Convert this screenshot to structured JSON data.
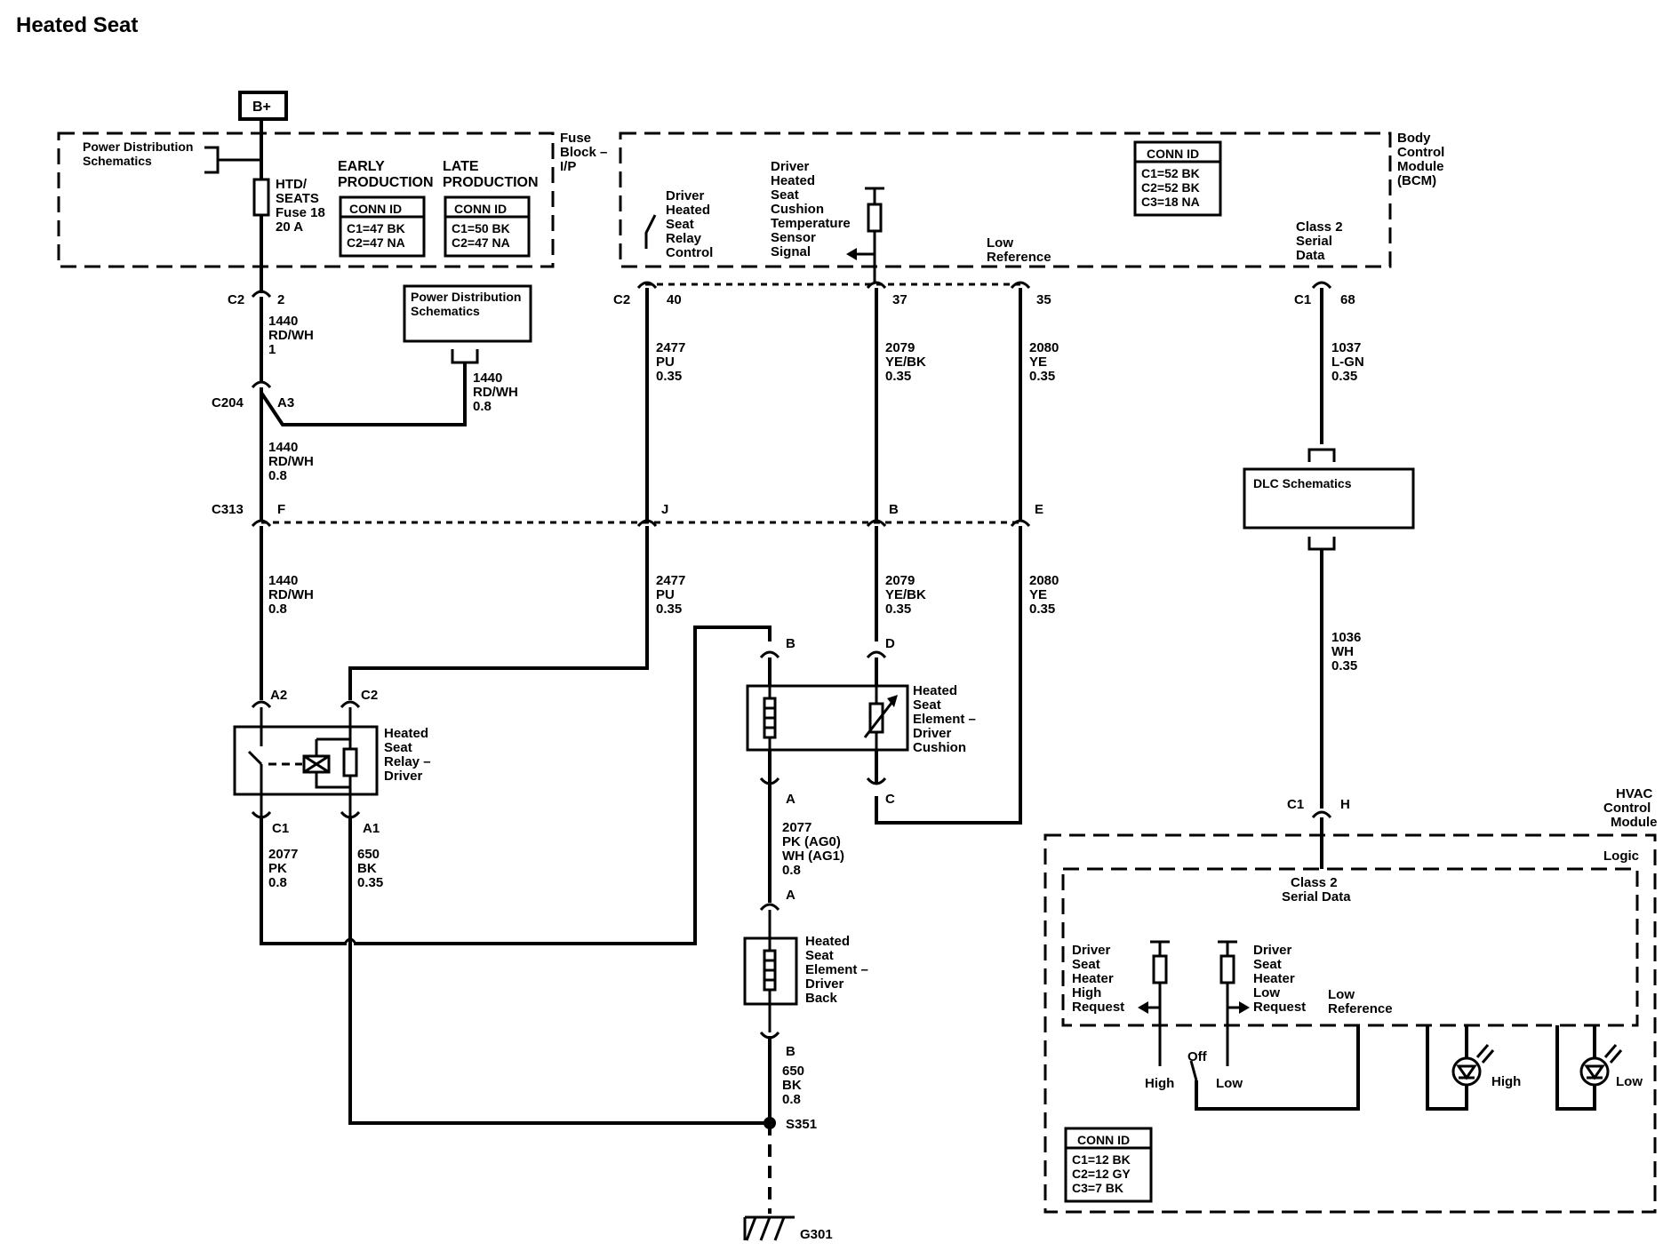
{
  "title": "Heated Seat",
  "bplus": "B+",
  "fuse_block": {
    "name": [
      "Fuse",
      "Block –",
      "I/P"
    ],
    "power_dist": [
      "Power Distribution",
      "Schematics"
    ],
    "fuse": [
      "HTD/",
      "SEATS",
      "Fuse 18",
      "20 A"
    ],
    "early": {
      "heading": [
        "EARLY",
        "PRODUCTION"
      ],
      "conn_title": "CONN ID",
      "lines": [
        "C1=47 BK",
        "C2=47 NA"
      ]
    },
    "late": {
      "heading": [
        "LATE",
        "PRODUCTION"
      ],
      "conn_title": "CONN ID",
      "lines": [
        "C1=50 BK",
        "C2=47 NA"
      ]
    }
  },
  "bcm": {
    "name": [
      "Body",
      "Control",
      "Module",
      "(BCM)"
    ],
    "conn_title": "CONN ID",
    "conn_lines": [
      "C1=52 BK",
      "C2=52 BK",
      "C3=18 NA"
    ],
    "relay_control": [
      "Driver",
      "Heated",
      "Seat",
      "Relay",
      "Control"
    ],
    "temp_signal": [
      "Driver",
      "Heated",
      "Seat",
      "Cushion",
      "Temperature",
      "Sensor",
      "Signal"
    ],
    "low_ref": [
      "Low",
      "Reference"
    ],
    "class2": [
      "Class 2",
      "Serial",
      "Data"
    ]
  },
  "power_dist_box": [
    "Power Distribution",
    "Schematics"
  ],
  "dlc_box": "DLC Schematics",
  "connectors": {
    "c2_left": "C2",
    "c2_left_pin": "2",
    "c2_bcm": "C2",
    "pin_40": "40",
    "pin_37": "37",
    "pin_35": "35",
    "c1_bcm": "C1",
    "pin_68": "68",
    "c204": "C204",
    "pin_a3": "A3",
    "c313": "C313",
    "pin_f": "F",
    "pin_j": "J",
    "pin_b": "B",
    "pin_e": "E",
    "relay_a2": "A2",
    "relay_c2": "C2",
    "relay_c1": "C1",
    "relay_a1": "A1",
    "cush_b": "B",
    "cush_d": "D",
    "cush_a": "A",
    "cush_c": "C",
    "back_a": "A",
    "back_b": "B",
    "hvac_c1": "C1",
    "hvac_h": "H",
    "splice": "S351",
    "ground": "G301"
  },
  "wires": {
    "w1440_a": [
      "1440",
      "RD/WH",
      "1"
    ],
    "w1440_b": [
      "1440",
      "RD/WH",
      "0.8"
    ],
    "w1440_c": [
      "1440",
      "RD/WH",
      "0.8"
    ],
    "w1440_d": [
      "1440",
      "RD/WH",
      "0.8"
    ],
    "w2477_a": [
      "2477",
      "PU",
      "0.35"
    ],
    "w2477_b": [
      "2477",
      "PU",
      "0.35"
    ],
    "w2079_a": [
      "2079",
      "YE/BK",
      "0.35"
    ],
    "w2079_b": [
      "2079",
      "YE/BK",
      "0.35"
    ],
    "w2080_a": [
      "2080",
      "YE",
      "0.35"
    ],
    "w2080_b": [
      "2080",
      "YE",
      "0.35"
    ],
    "w1037": [
      "1037",
      "L-GN",
      "0.35"
    ],
    "w1036": [
      "1036",
      "WH",
      "0.35"
    ],
    "w2077_relay": [
      "2077",
      "PK",
      "0.8"
    ],
    "w650_relay": [
      "650",
      "BK",
      "0.35"
    ],
    "w2077_seat": [
      "2077",
      "PK (AG0)",
      "WH (AG1)",
      "0.8"
    ],
    "w650_seat": [
      "650",
      "BK",
      "0.8"
    ]
  },
  "components": {
    "relay": [
      "Heated",
      "Seat",
      "Relay –",
      "Driver"
    ],
    "cushion": [
      "Heated",
      "Seat",
      "Element –",
      "Driver",
      "Cushion"
    ],
    "back": [
      "Heated",
      "Seat",
      "Element –",
      "Driver",
      "Back"
    ]
  },
  "hvac": {
    "name": [
      "HVAC",
      "Control",
      "Module"
    ],
    "logic": "Logic",
    "class2": [
      "Class 2",
      "Serial Data"
    ],
    "high_req": [
      "Driver",
      "Seat",
      "Heater",
      "High",
      "Request"
    ],
    "low_req": [
      "Driver",
      "Seat",
      "Heater",
      "Low",
      "Request"
    ],
    "low_ref": [
      "Low",
      "Reference"
    ],
    "switch_high": "High",
    "switch_off": "Off",
    "switch_low": "Low",
    "led_high": "High",
    "led_low": "Low",
    "conn_title": "CONN ID",
    "conn_lines": [
      "C1=12 BK",
      "C2=12 GY",
      "C3=7 BK"
    ]
  }
}
